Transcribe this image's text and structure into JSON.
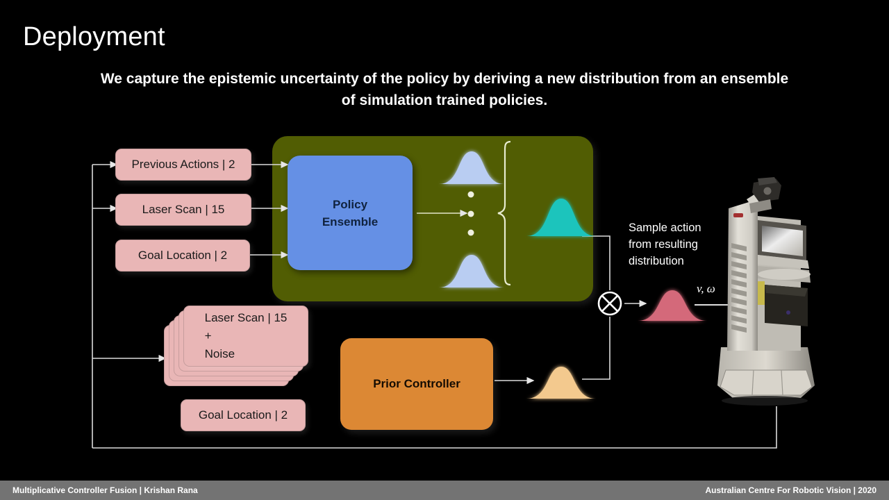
{
  "slide": {
    "title": "Deployment",
    "subtitle": "We capture the epistemic uncertainty of the policy by deriving a new distribution from an ensemble of simulation trained policies."
  },
  "diagram": {
    "inputs": [
      {
        "label": "Previous Actions | 2"
      },
      {
        "label": "Laser Scan | 15"
      },
      {
        "label": "Goal Location | 2"
      }
    ],
    "policy_block": {
      "line1": "Policy",
      "line2": "Ensemble"
    },
    "noisy_inputs": {
      "line1": "Laser Scan | 15",
      "line2": "+",
      "line3": "Noise"
    },
    "prior_goal": "Goal Location | 2",
    "prior_block": "Prior Controller",
    "sample_note": "Sample action from resulting distribution",
    "sample_note_lines": [
      "Sample action",
      "from resulting",
      "distribution"
    ],
    "output_label": "v, ω",
    "multiply_symbol": "⊗",
    "ellipsis_dots": 3
  },
  "colors": {
    "background": "#000000",
    "olive_panel": "#515d03",
    "policy_blue": "#6590e5",
    "input_pink": "#e9b6b6",
    "prior_orange": "#dc8834",
    "ensemble_gaussian": "#b9cdf2",
    "resulting_gaussian": "#1bc4bc",
    "sampled_gaussian": "#d4697a",
    "prior_gaussian": "#f3c98e",
    "wire": "#d9d9d9",
    "footer_bar": "#737373",
    "text": "#ffffff"
  },
  "footer": {
    "left": "Multiplicative Controller Fusion | Krishan Rana",
    "right": "Australian Centre For Robotic Vision | 2020"
  }
}
